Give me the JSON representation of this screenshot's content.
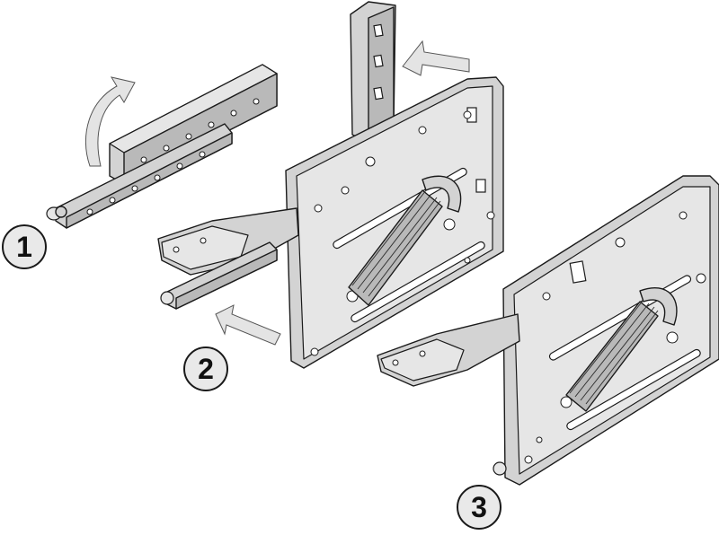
{
  "steps": [
    {
      "label": "1"
    },
    {
      "label": "2"
    },
    {
      "label": "3"
    }
  ],
  "colors": {
    "metal": "#d3d3d3",
    "metal_dark": "#b9b9b9",
    "outline": "#1b1b1b",
    "arrow": "#e4e4e4",
    "badge": "#e9e9e9"
  },
  "icons": [
    "rotate-arrow-icon",
    "insert-arrow-icon",
    "push-arrow-icon"
  ]
}
